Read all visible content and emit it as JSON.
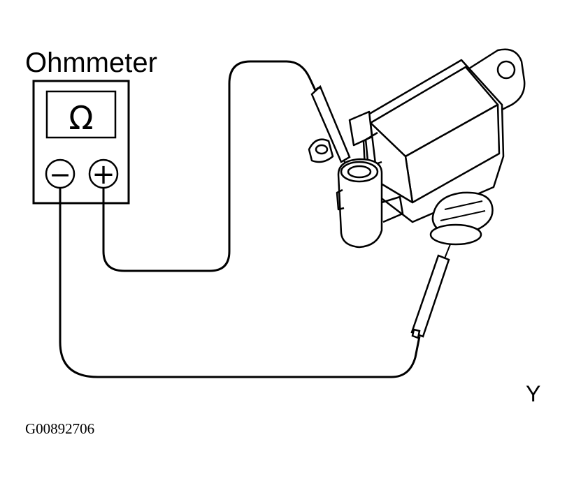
{
  "diagram": {
    "title": "Ohmmeter",
    "meter_symbol": "Ω",
    "negative_terminal": "−",
    "positive_terminal": "+",
    "corner_letter": "Y",
    "figure_code": "G00892706"
  }
}
